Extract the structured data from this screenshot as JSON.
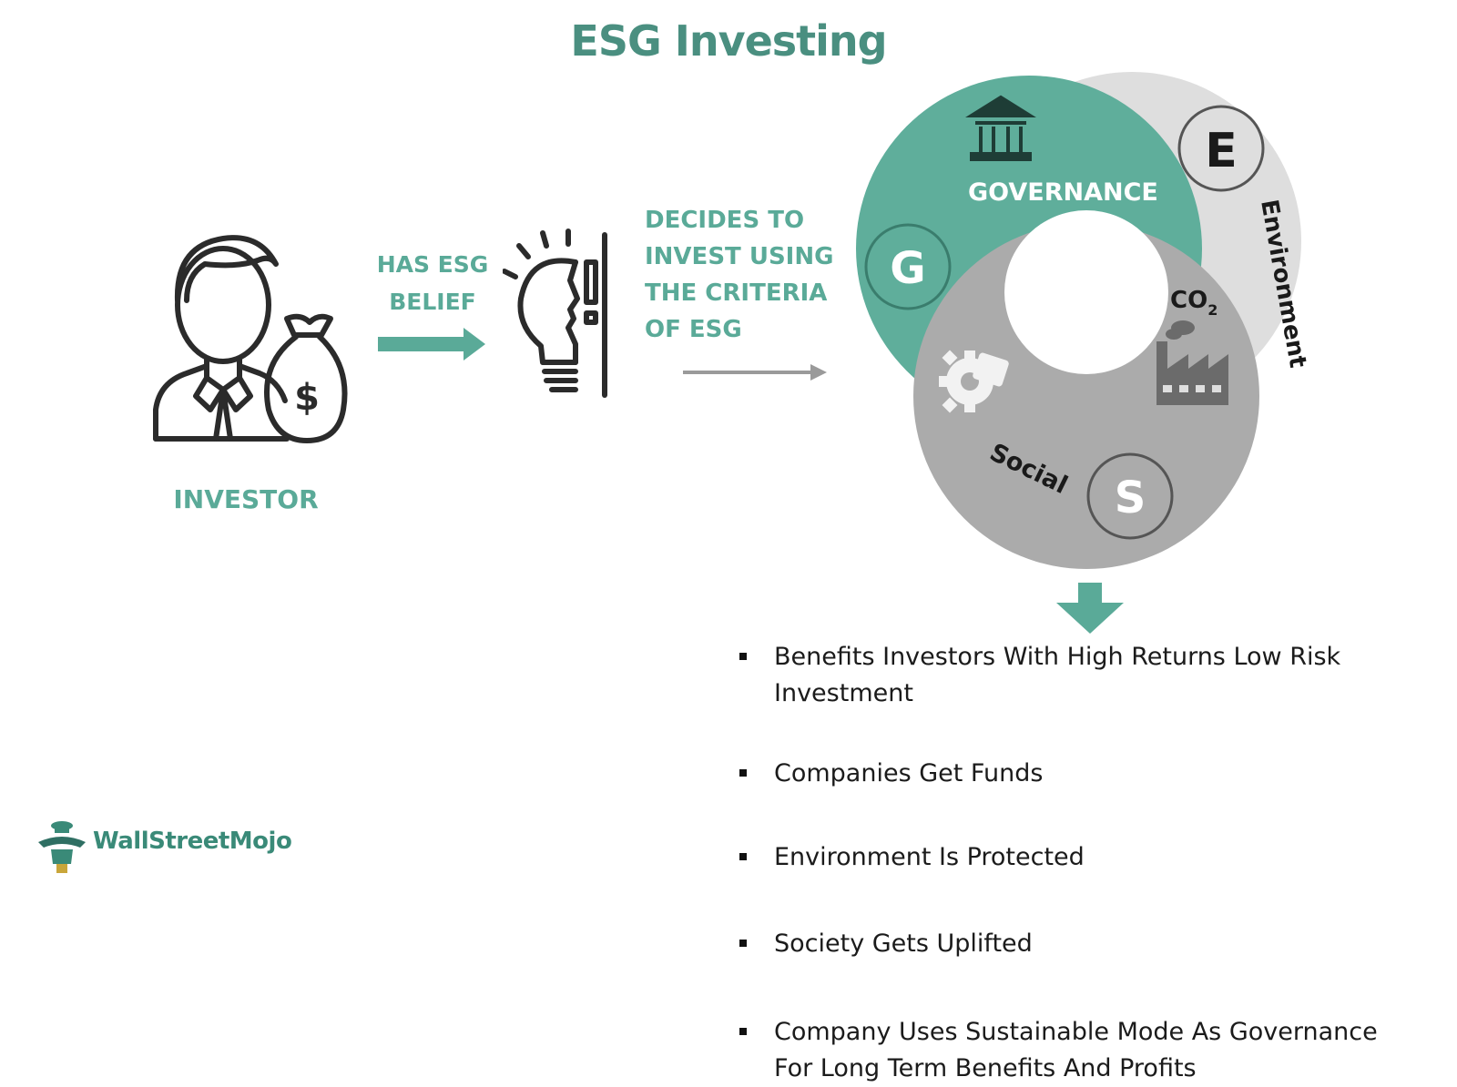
{
  "title": "ESG Investing",
  "flow": {
    "investor_label": "INVESTOR",
    "belief_line1": "HAS ESG",
    "belief_line2": "BELIEF",
    "decides_lines": [
      "DECIDES TO",
      "INVEST USING",
      "THE CRITERIA",
      "OF ESG"
    ]
  },
  "esg_rings": {
    "governance_label": "GOVERNANCE",
    "governance_letter": "G",
    "environment_label": "Environment",
    "environment_letter": "E",
    "social_label": "Social",
    "social_letter": "S",
    "co2_text": "CO",
    "co2_sub": "2"
  },
  "benefits": [
    "Benefits Investors With High Returns Low Risk Investment",
    "Companies Get Funds",
    "Environment Is Protected",
    "Society Gets Uplifted",
    "Company Uses Sustainable Mode As Governance For Long Term Benefits And Profits"
  ],
  "logo": {
    "text": "WallStreetMojo"
  },
  "colors": {
    "teal": "#5aaa98",
    "dark_teal": "#4a8f80",
    "light_gray": "#dddddd",
    "mid_gray": "#a9a9a9"
  }
}
